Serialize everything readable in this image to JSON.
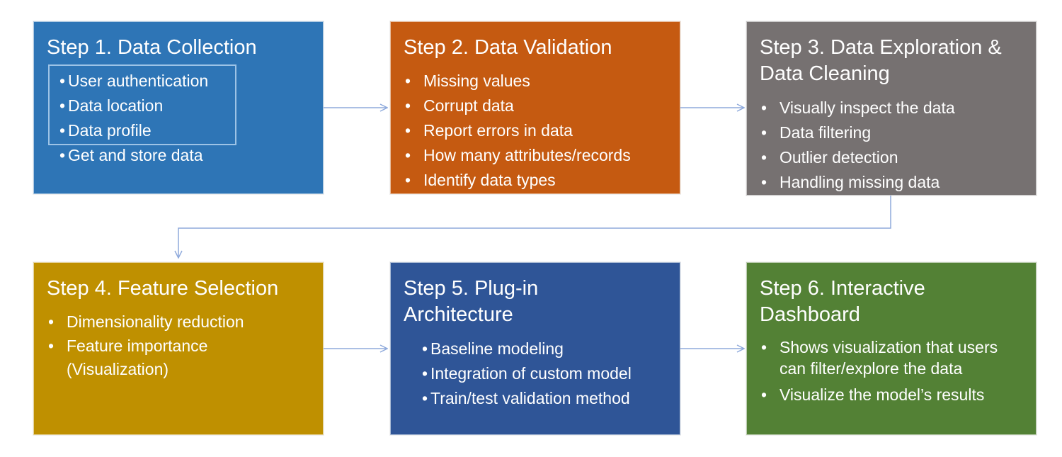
{
  "colors": {
    "step1": "#2E75B6",
    "step2": "#C55A11",
    "step3": "#767171",
    "step4": "#BF9000",
    "step5": "#2F5597",
    "step6": "#538135",
    "arrow": "#8FAADC"
  },
  "steps": [
    {
      "title": "Step 1. Data Collection",
      "items": [
        "User authentication",
        "Data location",
        "Data profile",
        "Get and store data"
      ]
    },
    {
      "title": "Step 2. Data Validation",
      "items": [
        "Missing values",
        "Corrupt data",
        "Report errors in data",
        "How many attributes/records",
        "Identify data types"
      ]
    },
    {
      "title": "Step 3. Data Exploration & Data Cleaning",
      "items": [
        "Visually inspect the data",
        "Data filtering",
        "Outlier detection",
        "Handling missing data"
      ]
    },
    {
      "title": "Step 4. Feature Selection",
      "items": [
        "Dimensionality reduction",
        "Feature importance (Visualization)"
      ]
    },
    {
      "title": "Step 5. Plug-in Architecture",
      "items": [
        "Baseline modeling",
        "Integration of custom model",
        "Train/test validation method"
      ]
    },
    {
      "title": "Step 6. Interactive Dashboard",
      "items": [
        "Shows visualization that users can filter/explore the data",
        "Visualize the model’s results"
      ]
    }
  ]
}
